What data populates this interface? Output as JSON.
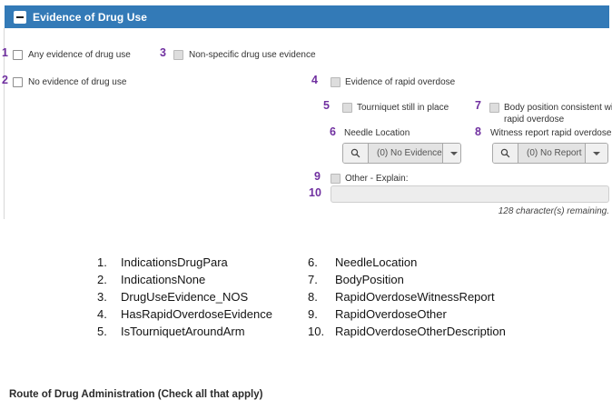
{
  "colors": {
    "header_bg": "#337ab7",
    "number_accent": "#7030a0"
  },
  "panel": {
    "title": "Evidence of Drug Use"
  },
  "fields": {
    "any_evidence": {
      "num": "1",
      "label": "Any evidence of drug use"
    },
    "no_evidence": {
      "num": "2",
      "label": "No evidence of drug use"
    },
    "nos_evidence": {
      "num": "3",
      "label": "Non-specific drug use evidence"
    },
    "rapid_overdose": {
      "num": "4",
      "label": "Evidence of rapid overdose"
    },
    "tourniquet": {
      "num": "5",
      "label": "Tourniquet still in place"
    },
    "needle_location": {
      "num": "6",
      "label": "Needle Location",
      "value": "(0) No Evidence"
    },
    "body_position": {
      "num": "7",
      "label": "Body position consistent with rapid overdose"
    },
    "witness_report": {
      "num": "8",
      "label": "Witness report rapid overdose",
      "value": "(0) No Report"
    },
    "other": {
      "num": "9",
      "label": "Other - Explain:"
    },
    "other_description": {
      "num": "10",
      "value": "",
      "remaining": "128 character(s) remaining."
    }
  },
  "legend": {
    "left": [
      {
        "num": "1.",
        "name": "IndicationsDrugPara"
      },
      {
        "num": "2.",
        "name": "IndicationsNone"
      },
      {
        "num": "3.",
        "name": "DrugUseEvidence_NOS"
      },
      {
        "num": "4.",
        "name": "HasRapidOverdoseEvidence"
      },
      {
        "num": "5.",
        "name": "IsTourniquetAroundArm"
      }
    ],
    "right": [
      {
        "num": "6.",
        "name": "NeedleLocation"
      },
      {
        "num": "7.",
        "name": "BodyPosition"
      },
      {
        "num": "8.",
        "name": "RapidOverdoseWitnessReport"
      },
      {
        "num": "9.",
        "name": "RapidOverdoseOther"
      },
      {
        "num": "10.",
        "name": "RapidOverdoseOtherDescription"
      }
    ]
  },
  "next_section": {
    "title": "Route of Drug Administration (Check all that apply)"
  }
}
